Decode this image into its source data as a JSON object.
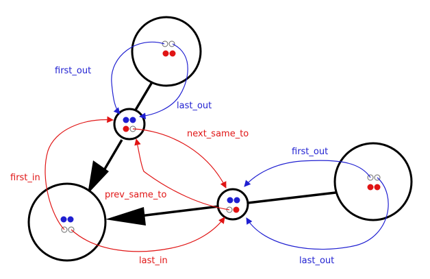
{
  "colors": {
    "blue": "#1f1fd1",
    "red": "#e01414",
    "black": "#000000"
  },
  "labels": {
    "first_out_top": "first_out",
    "last_out_top": "last_out",
    "next_same_to": "next_same_to",
    "first_in": "first_in",
    "prev_same_to": "prev_same_to",
    "last_in": "last_in",
    "first_out_right": "first_out",
    "last_out_right": "last_out"
  }
}
